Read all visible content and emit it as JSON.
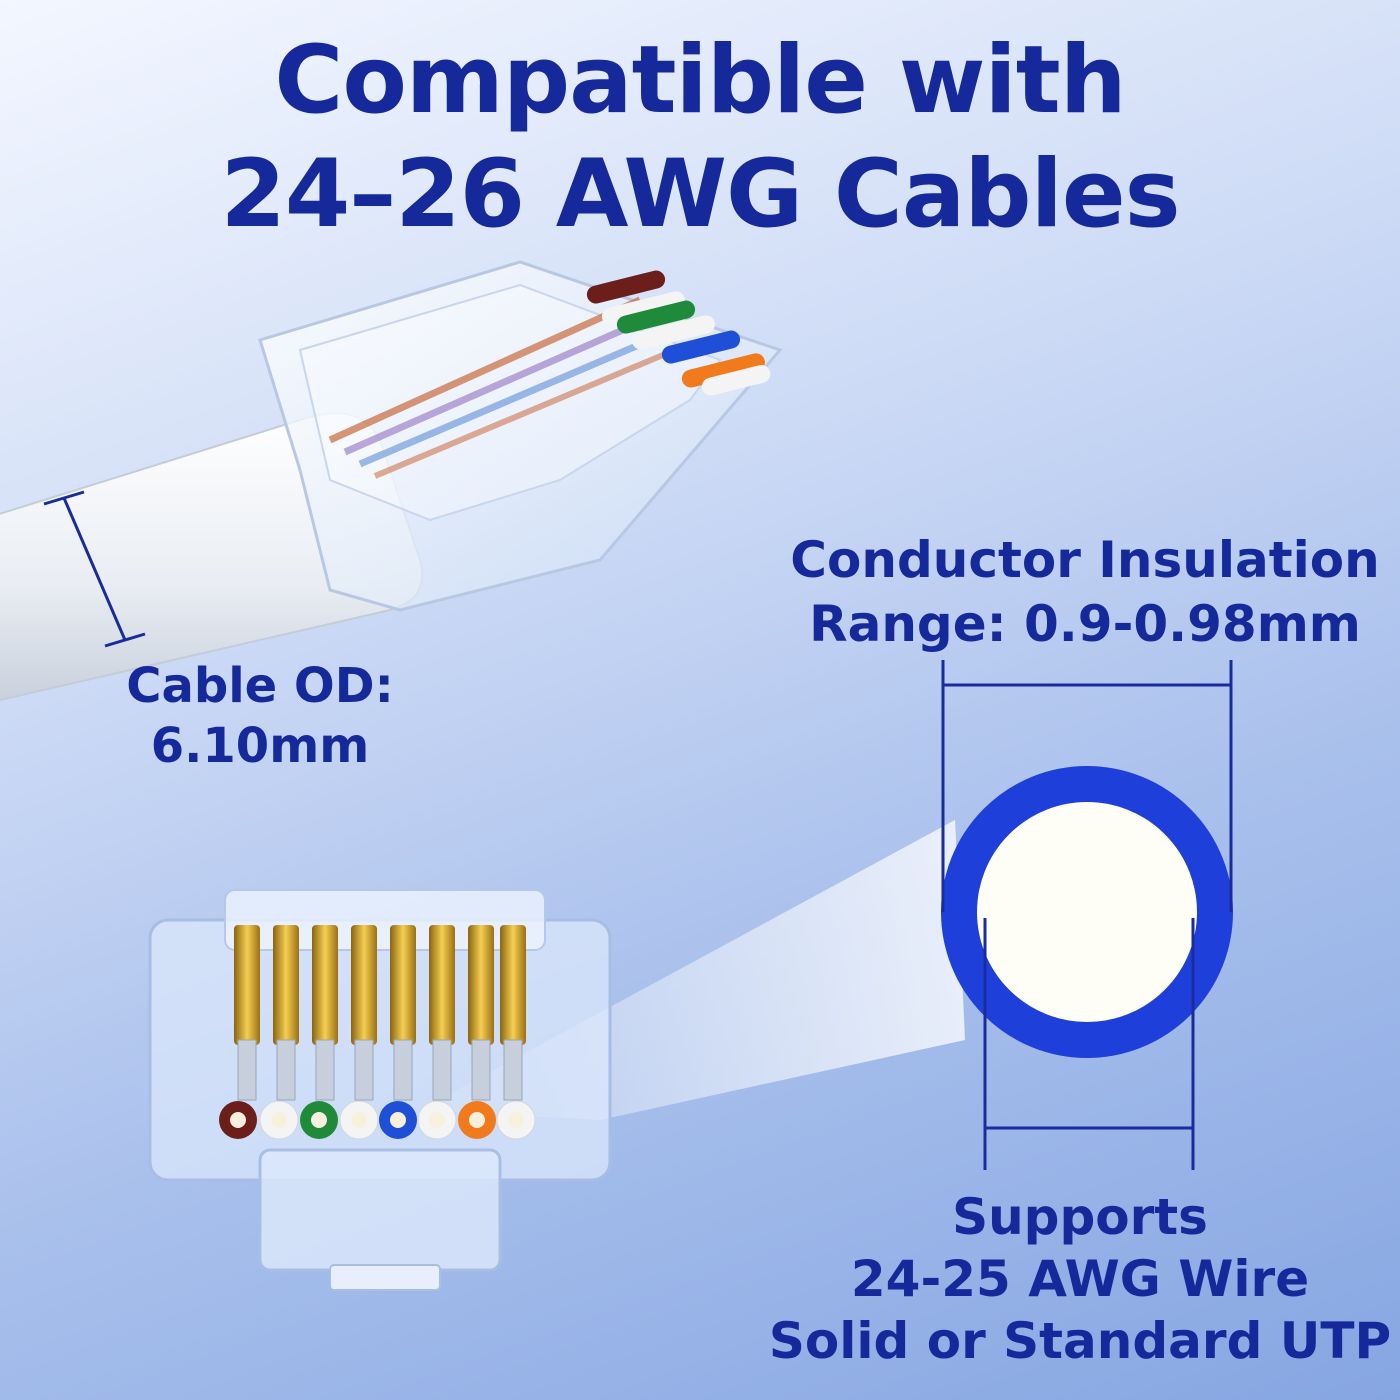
{
  "headline": {
    "line1": "Compatible with",
    "line2": "24–26 AWG Cables"
  },
  "conductor": {
    "line1": "Conductor Insulation",
    "line2": "Range: 0.9-0.98mm"
  },
  "cable_od": {
    "line1": "Cable OD:",
    "line2": "6.10mm"
  },
  "supports": {
    "line1": "Supports",
    "line2": "24-25 AWG Wire",
    "line3": "Solid or Standard UTP"
  },
  "colors": {
    "text": "#15299a",
    "ring": "#1e3fd9",
    "guide_line": "#1a2c9c",
    "wire_brown": "#6b1e1a",
    "wire_green": "#1f8a3a",
    "wire_blue": "#1f4fd6",
    "wire_orange": "#f07a1c",
    "gold": "#d9a520"
  }
}
